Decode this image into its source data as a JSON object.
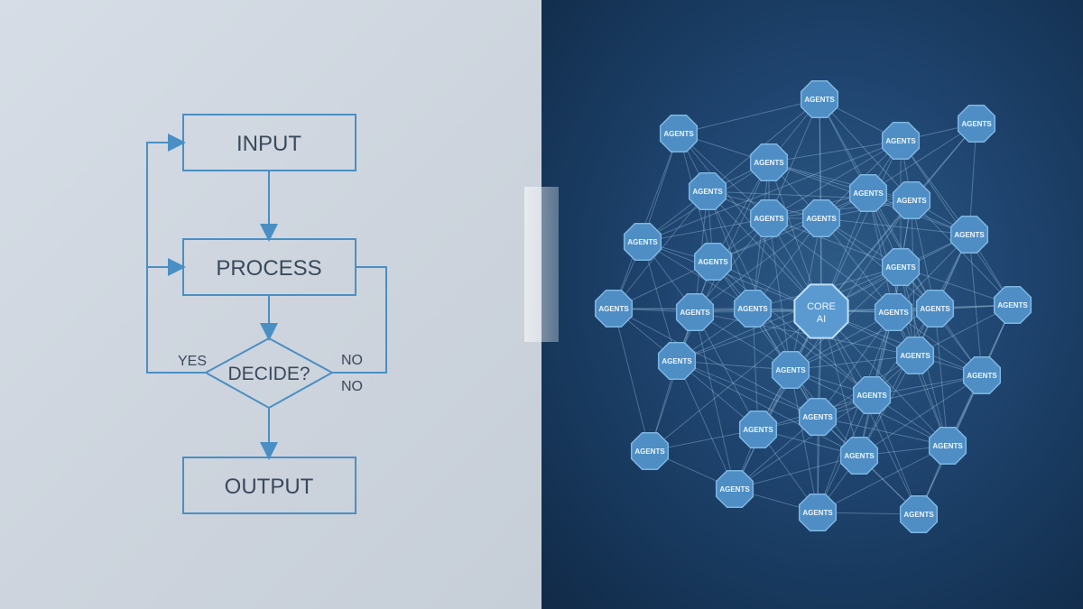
{
  "flowchart": {
    "input_label": "INPUT",
    "process_label": "PROCESS",
    "decide_label": "DECIDE?",
    "output_label": "OUTPUT",
    "yes_label": "YES",
    "no_label_top": "NO",
    "no_label_bottom": "NO",
    "line_color": "#4a8fc4"
  },
  "network": {
    "node_color": "#4e8ec4",
    "background_color": "#1c3f66",
    "core": {
      "line1": "CORE",
      "line2": "AI"
    },
    "nodes": [
      {
        "label": "AGENTS"
      },
      {
        "label": "AGENTS"
      },
      {
        "label": "AGENTS"
      },
      {
        "label": "AGENTS"
      },
      {
        "label": "AGENTS"
      },
      {
        "label": "AGENTS"
      },
      {
        "label": "AGENTS"
      },
      {
        "label": "AGENTS"
      },
      {
        "label": "AGENTS"
      },
      {
        "label": "AGENTS"
      },
      {
        "label": "AGENTS"
      },
      {
        "label": "AGENTS"
      },
      {
        "label": "AGENTS"
      },
      {
        "label": "AGENTS"
      },
      {
        "label": "AGENTS"
      },
      {
        "label": "AGENTS"
      },
      {
        "label": "AGENTS"
      },
      {
        "label": "AGENTS"
      },
      {
        "label": "AGENTS"
      },
      {
        "label": "AGENTS"
      },
      {
        "label": "AGENTS"
      },
      {
        "label": "AGENTS"
      },
      {
        "label": "AGENTS"
      },
      {
        "label": "AGENTS"
      },
      {
        "label": "AGENTS"
      },
      {
        "label": "AGENTS"
      },
      {
        "label": "AGENTS"
      },
      {
        "label": "AGENTS"
      },
      {
        "label": "AGENTS"
      },
      {
        "label": "AGENTS"
      },
      {
        "label": "AGENTS"
      },
      {
        "label": "AGENTS"
      },
      {
        "label": "AGENTS"
      }
    ]
  }
}
